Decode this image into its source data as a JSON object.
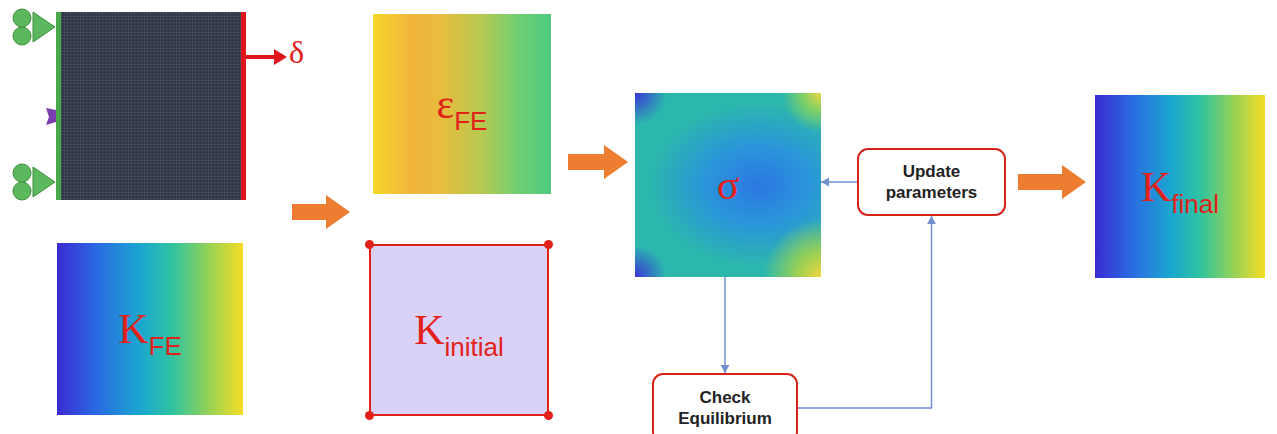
{
  "diagram": {
    "nodes": [
      {
        "text": [
          "Κ",
          "FE"
        ]
      },
      {
        "text": [
          "ε",
          "FE"
        ]
      },
      {
        "text": [
          "Κ",
          "initial"
        ]
      },
      {
        "text": [
          "σ"
        ]
      },
      {
        "text": [
          "Update parameters"
        ]
      },
      {
        "text": [
          "Check Equilibrium"
        ]
      },
      {
        "text": [
          "Κ",
          "final"
        ]
      }
    ],
    "edges": [
      {
        "from": 3,
        "to": 5,
        "arrow": "to"
      },
      {
        "from": 5,
        "to": 4,
        "arrow": "to"
      },
      {
        "from": 4,
        "to": 3,
        "arrow": "to"
      },
      {
        "from": 4,
        "to": 6,
        "arrow": "to"
      }
    ],
    "labels": [
      "δ"
    ]
  }
}
